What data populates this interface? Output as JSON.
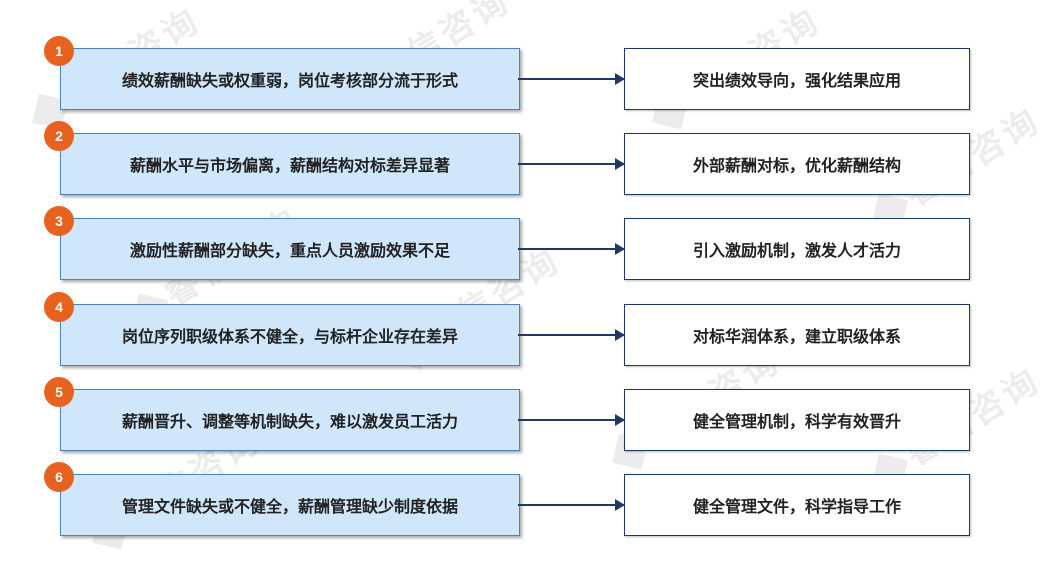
{
  "watermark": "睿信咨询",
  "rows": [
    {
      "num": "1",
      "problem": "绩效薪酬缺失或权重弱，岗位考核部分流于形式",
      "solution": "突出绩效导向，强化结果应用"
    },
    {
      "num": "2",
      "problem": "薪酬水平与市场偏离，薪酬结构对标差异显著",
      "solution": "外部薪酬对标，优化薪酬结构"
    },
    {
      "num": "3",
      "problem": "激励性薪酬部分缺失，重点人员激励效果不足",
      "solution": "引入激励机制，激发人才活力"
    },
    {
      "num": "4",
      "problem": "岗位序列职级体系不健全，与标杆企业存在差异",
      "solution": "对标华润体系，建立职级体系"
    },
    {
      "num": "5",
      "problem": "薪酬晋升、调整等机制缺失，难以激发员工活力",
      "solution": "健全管理机制，科学有效晋升"
    },
    {
      "num": "6",
      "problem": "管理文件缺失或不健全，薪酬管理缺少制度依据",
      "solution": "健全管理文件，科学指导工作"
    }
  ],
  "colors": {
    "number_badge": "#e8621f",
    "problem_fill": "#cfe6fb",
    "problem_border": "#4f81bd",
    "arrow": "#1f3864"
  }
}
